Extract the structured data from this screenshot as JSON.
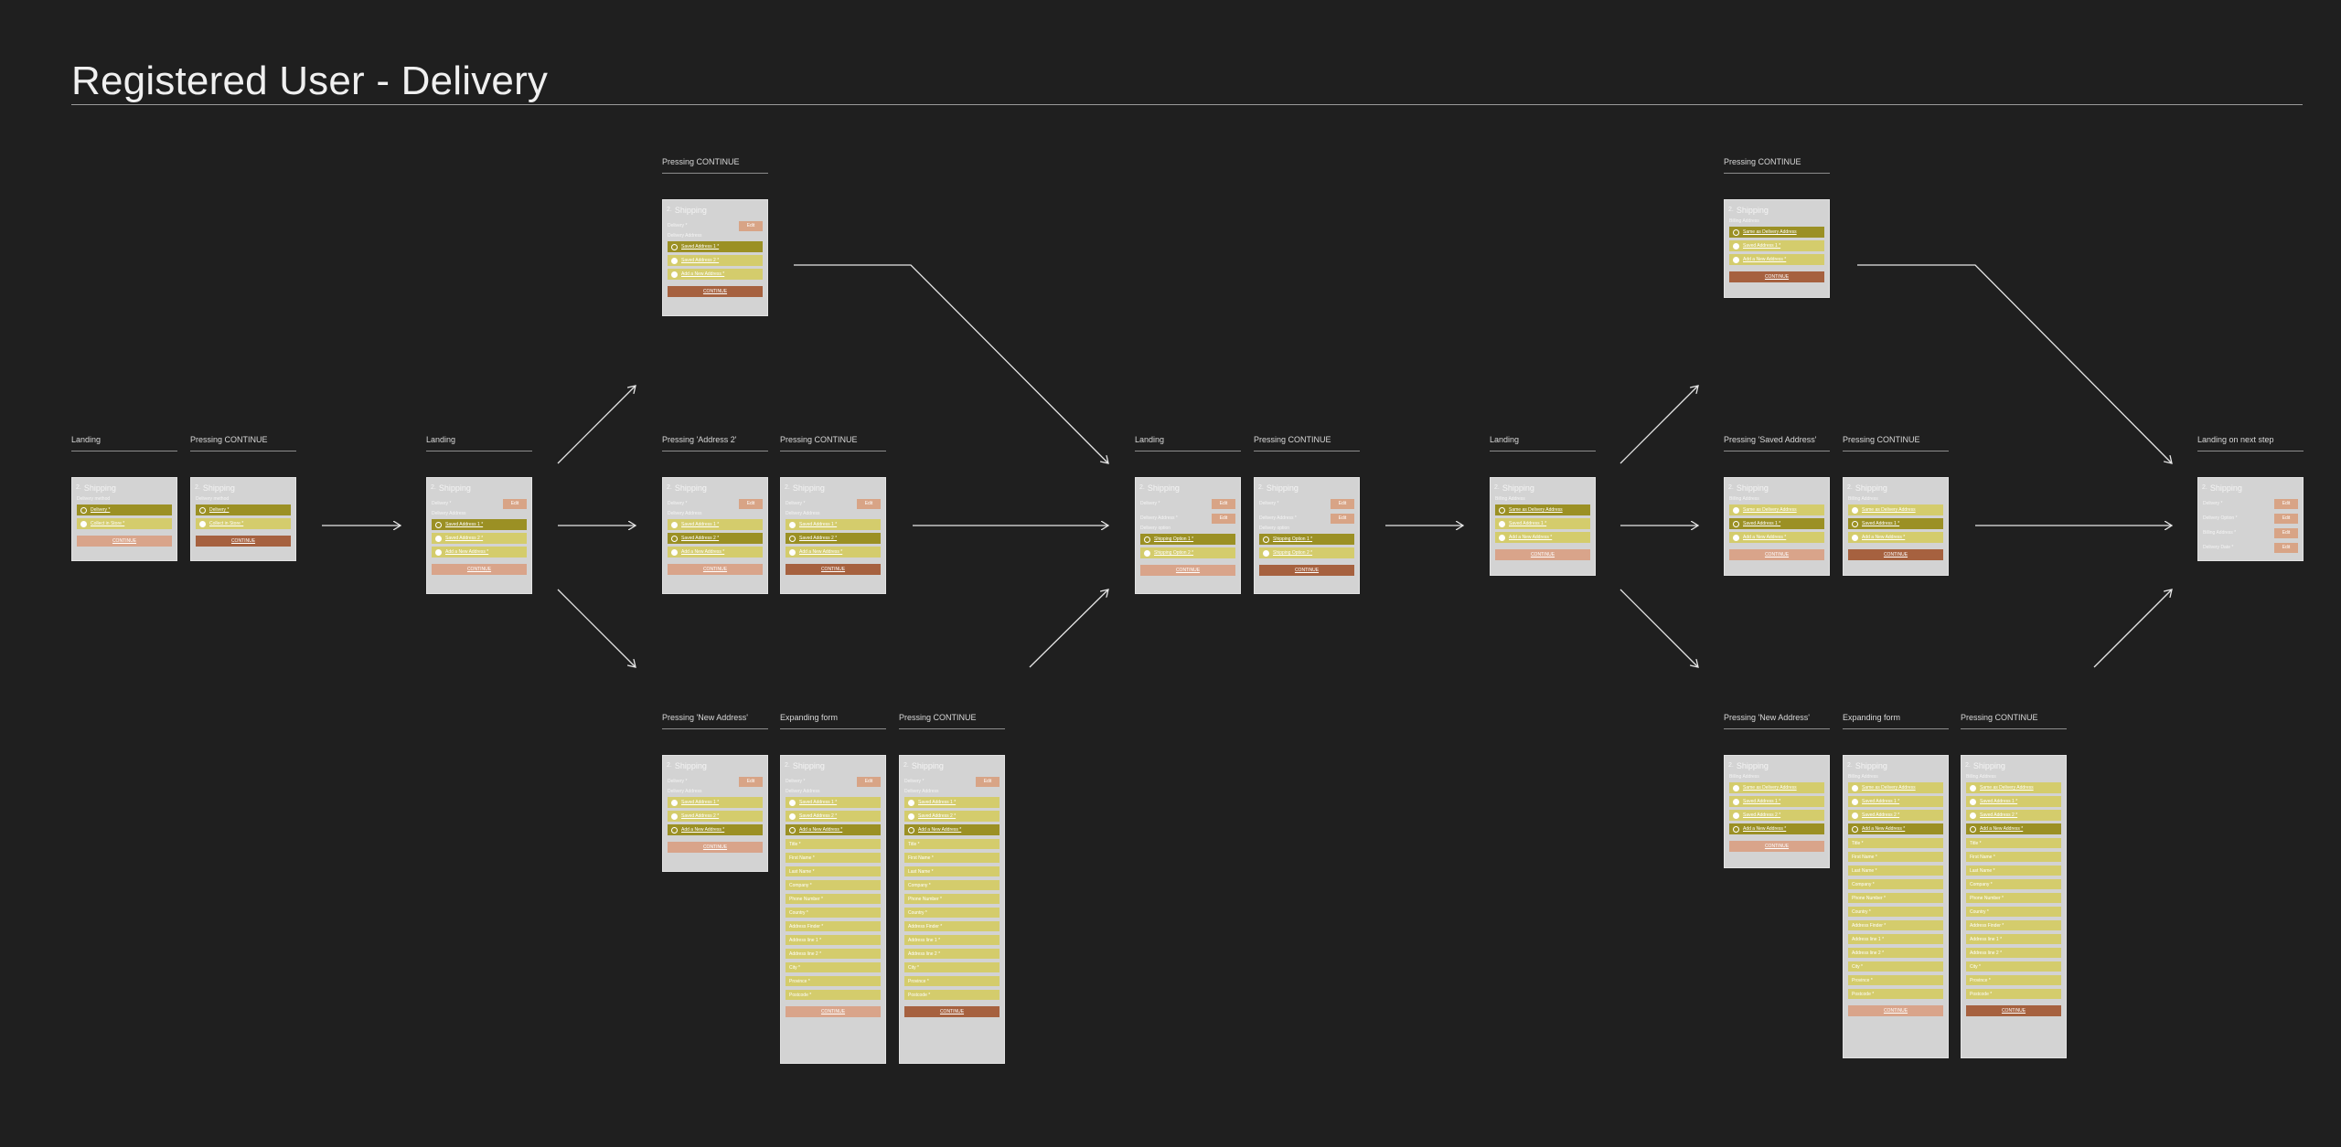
{
  "title": "Registered User - Delivery",
  "labels": {
    "l1": "Landing",
    "l2": "Pressing CONTINUE",
    "l3": "Landing",
    "l4": "Pressing CONTINUE",
    "l5": "Pressing 'Address 2'",
    "l6": "Pressing CONTINUE",
    "l7": "Pressing 'New Address'",
    "l8": "Expanding form",
    "l9": "Pressing CONTINUE",
    "l10": "Landing",
    "l11": "Pressing CONTINUE",
    "l12": "Landing",
    "l13": "Pressing CONTINUE",
    "l14": "Pressing 'Saved Address'",
    "l15": "Pressing CONTINUE",
    "l16": "Pressing 'New Address'",
    "l17": "Expanding form",
    "l18": "Pressing CONTINUE",
    "l19": "Landing on next step"
  },
  "frame": {
    "num": "2.",
    "name": "Shipping",
    "continue": "CONTINUE",
    "edit": "Edit"
  },
  "texts": {
    "delivery_method": "Delivery method",
    "delivery": "Delivery *",
    "collect": "Collect in Store *",
    "delivery_label": "Delivery *",
    "delivery_address": "Delivery Address",
    "saved_address_1": "Saved Address 1 *",
    "saved_address_2": "Saved Address 2 *",
    "add_new_address": "Add a New Address *",
    "delivery_option": "Delivery option",
    "shipping_option_1": "Shipping Option 1 *",
    "shipping_option_2": "Shipping Option 2 *",
    "billing_address": "Billing Address",
    "same_as_delivery": "Same as Delivery Address",
    "delivery_address_label": "Delivery Address *",
    "delivery_option_label": "Delivery Option *",
    "billing_address_label": "Billing Address *",
    "delivery_date_label": "Delivery Date *"
  },
  "form_fields": [
    "Title",
    "First Name",
    "Last Name",
    "Company",
    "Phone Number",
    "Country",
    "Address Finder",
    "Address line 1",
    "Address line 2",
    "City",
    "Province",
    "Postcode"
  ],
  "colors": {
    "background": "#1f1f1f",
    "frame": "#d3d3d3",
    "option": "#d4cc6c",
    "option_selected": "#9b9024",
    "button": "#d9a48a",
    "button_active": "#a6613f"
  }
}
